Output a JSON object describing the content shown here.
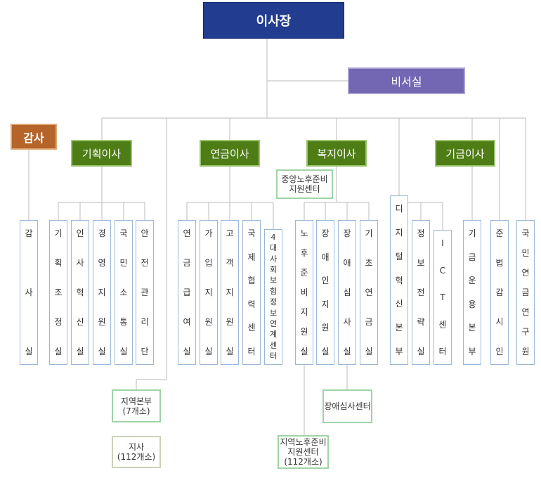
{
  "colors": {
    "chairman": "#223d8f",
    "secretariat": "#7366b2",
    "audit": "#b5642a",
    "director": "#4e7d15",
    "line": "#c6c6c6",
    "unit_border": "#9ab8d8",
    "center_border": "#9fd3a6"
  },
  "chairman": {
    "label": "이사장"
  },
  "secretariat": {
    "label": "비서실"
  },
  "audit": {
    "label": "감사"
  },
  "directors": {
    "planning": "기획이사",
    "pension": "연금이사",
    "welfare": "복지이사",
    "fund": "기금이사"
  },
  "units": {
    "audit_office": "감사실",
    "planning_coord": "기획조정실",
    "hr_innovation": "인사혁신실",
    "management_support": "경영지원실",
    "public_communication": "국민소통실",
    "safety": "안전관리단",
    "pension_benefit": "연금급여실",
    "enrollment_support": "가입지원실",
    "customer_support": "고객지원실",
    "intl_cooperation": "국제협력센터",
    "social_insurance_center": "4대사회보험정보연계센터",
    "retirement_support": "노후준비지원실",
    "disability_support": "장애인지원실",
    "disability_review": "장애심사실",
    "basic_pension": "기초연금실",
    "digital_innovation": "디지털혁신본부",
    "info_strategy": "정보전략실",
    "ict_center": "ICT센터",
    "fund_management": "기금운용본부",
    "compliance": "준법감시인",
    "research_institute": "국민연금연구원"
  },
  "centers": {
    "central_retirement": {
      "line1": "중앙노후준비",
      "line2": "지원센터"
    },
    "regional_hq": {
      "line1": "지역본부",
      "line2": "(7개소)"
    },
    "branches": {
      "line1": "지사",
      "line2": "(112개소)"
    },
    "disability_review_center": {
      "line1": "장애심사센터"
    },
    "regional_retirement": {
      "line1": "지역노후준비",
      "line2": "지원센터",
      "line3": "(112개소)"
    }
  }
}
